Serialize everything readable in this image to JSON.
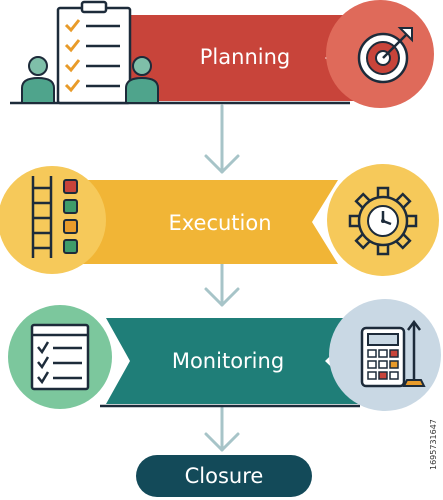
{
  "colors": {
    "planning": "#c8443a",
    "planning_circle": "#df6a5a",
    "execution": "#f1b536",
    "execution_circle": "#f6c95a",
    "monitoring": "#1f7e78",
    "monitoring_circle_left": "#7cc79d",
    "monitoring_circle_right": "#c9d8e4",
    "closure": "#134a59",
    "arrow": "#a7c4c8",
    "outline": "#1d2b3a"
  },
  "steps": [
    {
      "label": "Planning",
      "left_icon": "checklist-clipboard-with-people-icon",
      "right_icon": "target-with-arrow-icon"
    },
    {
      "label": "Execution",
      "left_icon": "ladder-with-checkboxes-icon",
      "right_icon": "gear-clock-icon"
    },
    {
      "label": "Monitoring",
      "left_icon": "checklist-window-icon",
      "right_icon": "calculator-with-pointer-icon"
    }
  ],
  "closure": {
    "label": "Closure"
  },
  "watermark": "1695731647"
}
